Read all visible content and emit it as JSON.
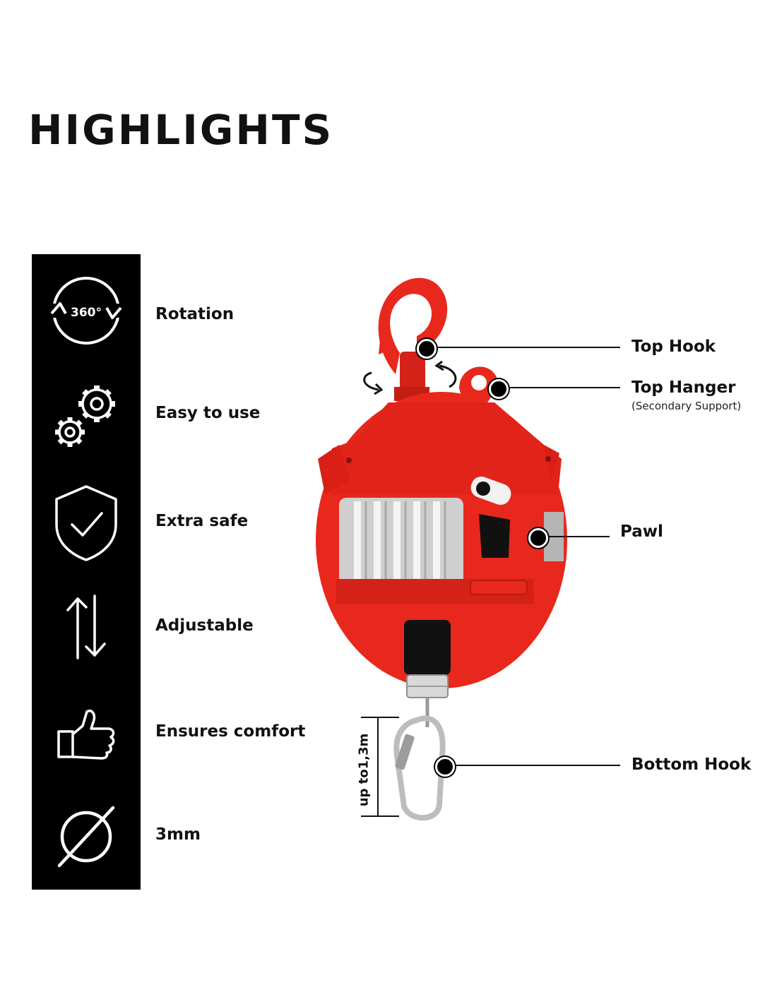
{
  "title": "HIGHLIGHTS",
  "features": [
    {
      "label": "Rotation",
      "icon": "rotation-360-icon",
      "icon_text": "360°"
    },
    {
      "label": "Easy to use",
      "icon": "gears-icon"
    },
    {
      "label": "Extra safe",
      "icon": "shield-check-icon"
    },
    {
      "label": "Adjustable",
      "icon": "up-down-arrows-icon"
    },
    {
      "label": "Ensures comfort",
      "icon": "thumbs-up-icon"
    },
    {
      "label": "3mm",
      "icon": "diameter-icon"
    }
  ],
  "callouts": {
    "top_hook": "Top Hook",
    "top_hanger": "Top Hanger",
    "top_hanger_sub": "(Secondary Support)",
    "pawl": "Pawl",
    "bottom_hook": "Bottom Hook"
  },
  "dimension": "up to1,3m",
  "colors": {
    "product_red": "#e8281c",
    "bar": "#000000",
    "cable": "#d9d9d9"
  }
}
